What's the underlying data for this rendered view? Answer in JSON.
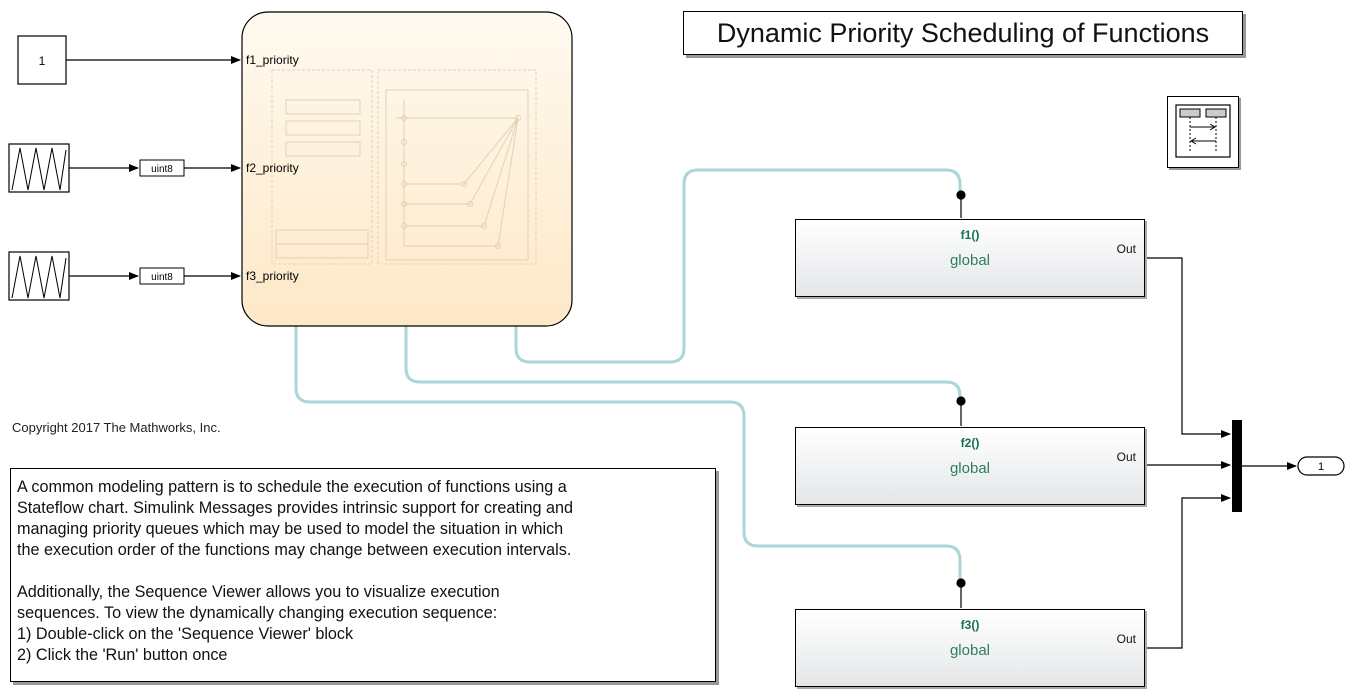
{
  "title": "Dynamic Priority Scheduling of Functions",
  "copyright": "Copyright 2017 The Mathworks, Inc.",
  "description": {
    "paragraph1": [
      "A common modeling pattern is to schedule the execution of functions using a",
      "Stateflow chart. Simulink Messages provides intrinsic support for creating and",
      "managing priority queues which may be used to model the situation in which",
      "the execution order of the functions may change between execution intervals."
    ],
    "paragraph2": [
      "Additionally, the Sequence Viewer allows you to visualize execution",
      "sequences. To view the dynamically changing execution sequence:",
      "1) Double-click on the 'Sequence Viewer' block",
      "2) Click the 'Run' button once"
    ]
  },
  "blocks": {
    "constant_value": "1",
    "convert1_label": "uint8",
    "convert2_label": "uint8",
    "chart_inputs": [
      "f1_priority",
      "f2_priority",
      "f3_priority"
    ],
    "functions": [
      {
        "name": "f1()",
        "scope": "global",
        "out": "Out"
      },
      {
        "name": "f2()",
        "scope": "global",
        "out": "Out"
      },
      {
        "name": "f3()",
        "scope": "global",
        "out": "Out"
      }
    ],
    "outport_label": "1"
  },
  "colors": {
    "message_line": "#a9d6d8",
    "function_text": "#1a6e55",
    "chart_fill_top": "#fffaf0",
    "chart_fill_bottom": "#fde8c8"
  }
}
